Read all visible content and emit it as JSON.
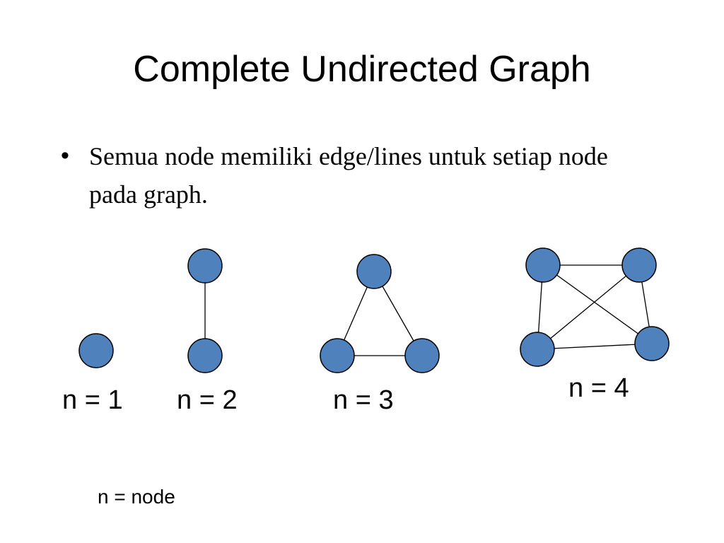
{
  "slide": {
    "title": "Complete Undirected Graph",
    "bullet": "Semua node memiliki edge/lines untuk setiap node pada graph.",
    "bullet_symbol": "•",
    "note": "n = node"
  },
  "colors": {
    "node_fill": "#4f81bd",
    "node_stroke": "#000000",
    "edge": "#000000"
  },
  "graphs": [
    {
      "label": "n = 1",
      "node_count": 1
    },
    {
      "label": "n = 2",
      "node_count": 2
    },
    {
      "label": "n = 3",
      "node_count": 3
    },
    {
      "label": "n = 4",
      "node_count": 4
    }
  ]
}
